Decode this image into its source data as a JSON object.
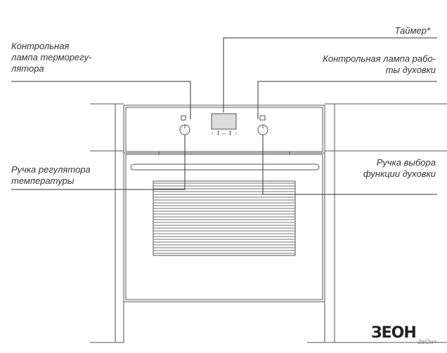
{
  "labels": {
    "thermostat_lamp": [
      "Контрольная",
      "лампа терморегу-",
      "лятора"
    ],
    "timer": "Таймер*",
    "oven_lamp": [
      "Контрольная лампа рабо-",
      "ты духовки"
    ],
    "temp_knob": [
      "Ручка регулятора",
      "температуры"
    ],
    "function_knob": [
      "Ручка выбора",
      "функции духовки"
    ]
  },
  "display": {
    "text": "‹ I – I ›"
  },
  "logo": {
    "main": "ЗЕОН",
    "sub": "ЗеОн+"
  },
  "colors": {
    "line": "#555555",
    "text": "#333333"
  }
}
